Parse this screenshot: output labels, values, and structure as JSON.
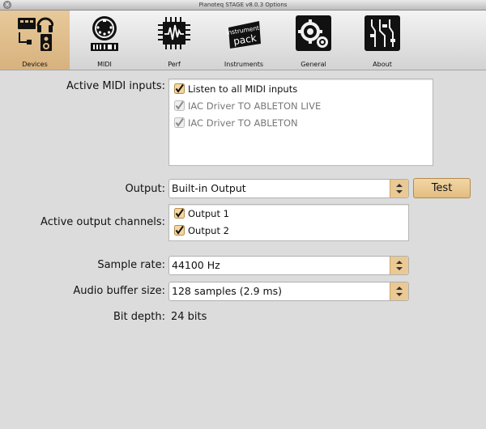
{
  "window": {
    "title": "Pianoteq STAGE v8.0.3 Options"
  },
  "tabs": [
    {
      "label": "Devices",
      "icon": "devices-icon",
      "active": true
    },
    {
      "label": "MIDI",
      "icon": "midi-icon",
      "active": false
    },
    {
      "label": "Perf",
      "icon": "perf-icon",
      "active": false
    },
    {
      "label": "Instruments",
      "icon": "instrument-pack-icon",
      "active": false,
      "icon_text_top": "instrument",
      "icon_text_bottom": "pack"
    },
    {
      "label": "General",
      "icon": "general-icon",
      "active": false
    },
    {
      "label": "About",
      "icon": "about-icon",
      "active": false
    }
  ],
  "midi_inputs": {
    "label": "Active MIDI inputs:",
    "items": [
      {
        "label": "Listen to all MIDI inputs",
        "checked": true,
        "enabled": true
      },
      {
        "label": "IAC Driver TO ABLETON LIVE",
        "checked": true,
        "enabled": false
      },
      {
        "label": "IAC Driver TO ABLETON",
        "checked": true,
        "enabled": false
      }
    ]
  },
  "output": {
    "label": "Output:",
    "value": "Built-in Output",
    "test_label": "Test"
  },
  "output_channels": {
    "label": "Active output channels:",
    "items": [
      {
        "label": "Output 1",
        "checked": true
      },
      {
        "label": "Output 2",
        "checked": true
      }
    ]
  },
  "sample_rate": {
    "label": "Sample rate:",
    "value": "44100 Hz"
  },
  "buffer_size": {
    "label": "Audio buffer size:",
    "value": "128 samples (2.9 ms)"
  },
  "bit_depth": {
    "label": "Bit depth:",
    "value": "24 bits"
  },
  "colors": {
    "accent": "#eac994",
    "active_tab": "#ddb985"
  }
}
